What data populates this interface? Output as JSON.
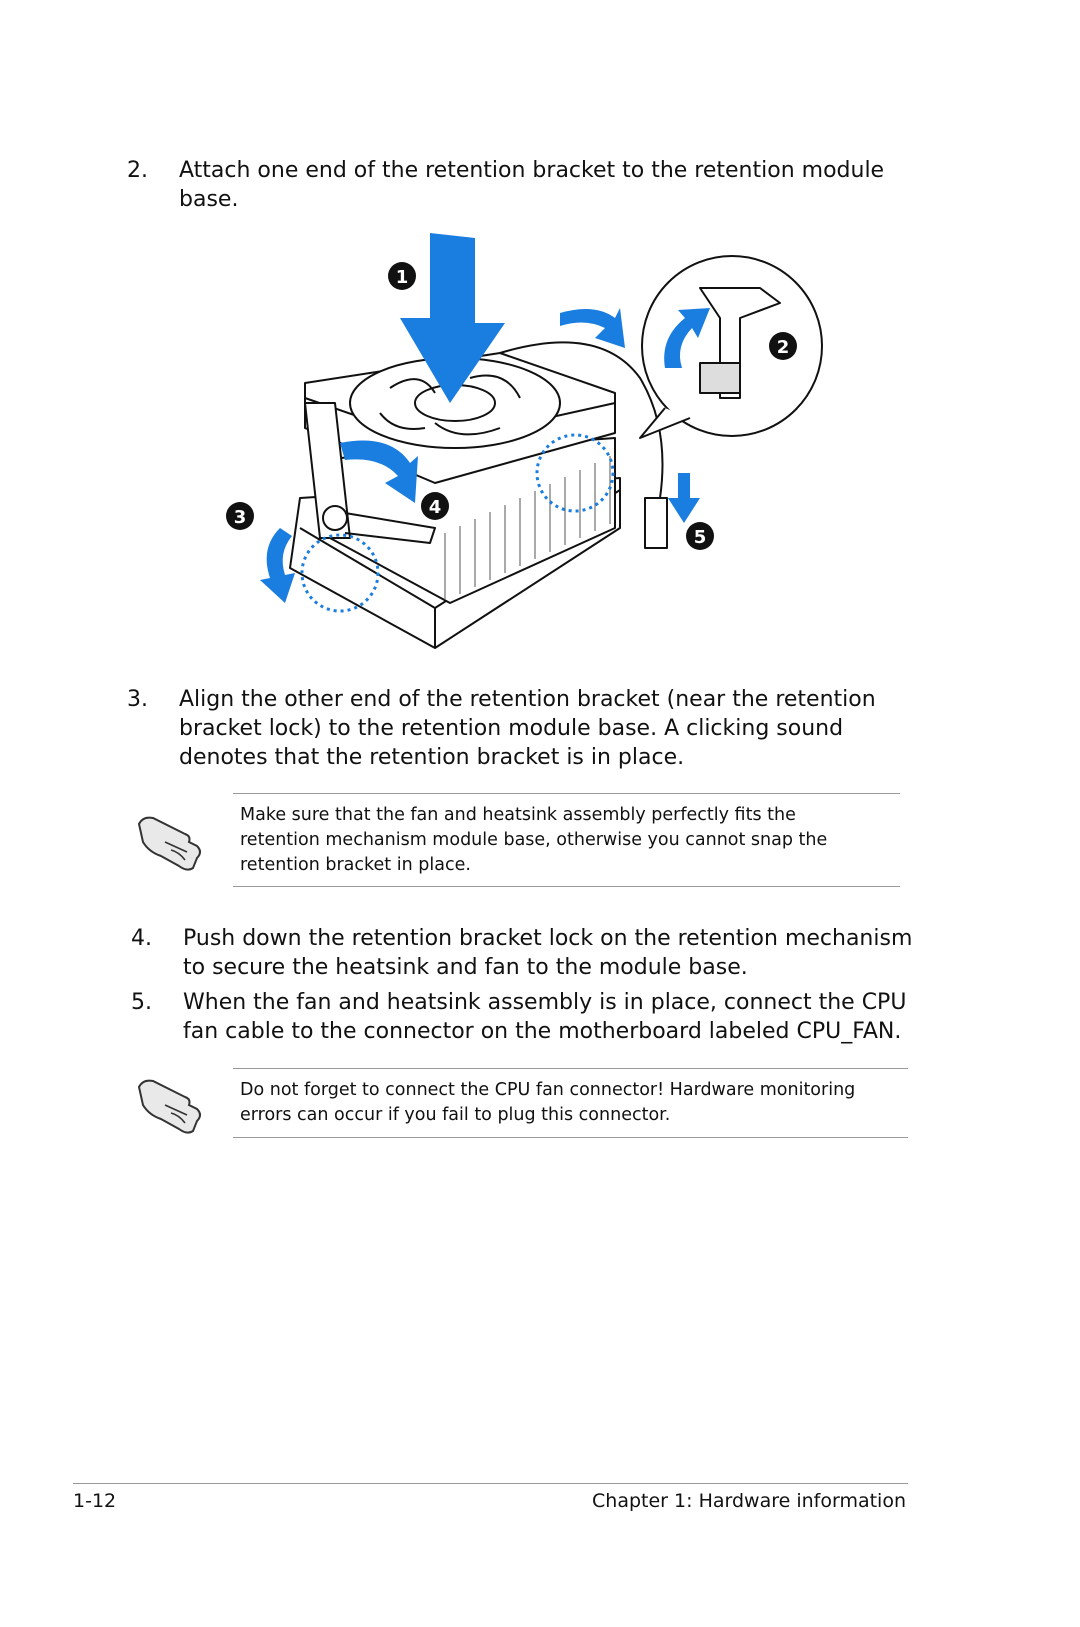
{
  "steps": [
    {
      "number": "2.",
      "text": "Attach one end of the retention bracket to the retention module base."
    },
    {
      "number": "3.",
      "text": "Align the other end of the retention bracket (near the retention bracket lock) to the retention module base. A clicking sound denotes that the retention bracket is in place."
    },
    {
      "number": "4.",
      "text": "Push down the retention bracket lock on the retention mechanism to secure the heatsink and fan to the module base."
    },
    {
      "number": "5.",
      "text": "When the fan and heatsink assembly is in place, connect the CPU fan cable to the connector on the motherboard labeled CPU_FAN."
    }
  ],
  "notes": [
    {
      "text": "Make sure that the fan and heatsink assembly perfectly fits the retention mechanism module base, otherwise you cannot snap the retention bracket  in place.",
      "icon": "pointing-hand-icon"
    },
    {
      "text": "Do not forget to connect the CPU fan connector! Hardware monitoring errors can occur if you fail to plug this connector.",
      "icon": "pointing-hand-icon"
    }
  ],
  "figure": {
    "callouts": [
      "1",
      "2",
      "3",
      "4",
      "5"
    ],
    "accent_color": "#1a7de0"
  },
  "footer": {
    "page_number": "1-12",
    "chapter": "Chapter 1: Hardware information"
  }
}
